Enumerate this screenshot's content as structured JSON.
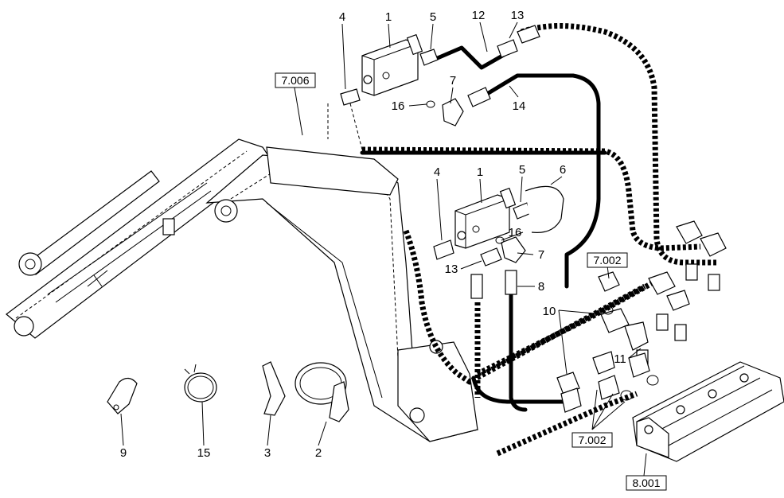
{
  "callouts": {
    "c1_top": "1",
    "c4_top": "4",
    "c5_top": "5",
    "c12": "12",
    "c13_top": "13",
    "c16_top": "16",
    "c7_top": "7",
    "c14": "14",
    "c1_mid": "1",
    "c4_mid": "4",
    "c5_mid": "5",
    "c6": "6",
    "c16_mid": "16",
    "c7_mid": "7",
    "c13_mid": "13",
    "c8": "8",
    "c10": "10",
    "c11": "11",
    "c9": "9",
    "c15": "15",
    "c3": "3",
    "c2": "2"
  },
  "refs": {
    "r7006": "7.006",
    "r7002_top": "7.002",
    "r7002_bottom": "7.002",
    "r8001": "8.001"
  }
}
